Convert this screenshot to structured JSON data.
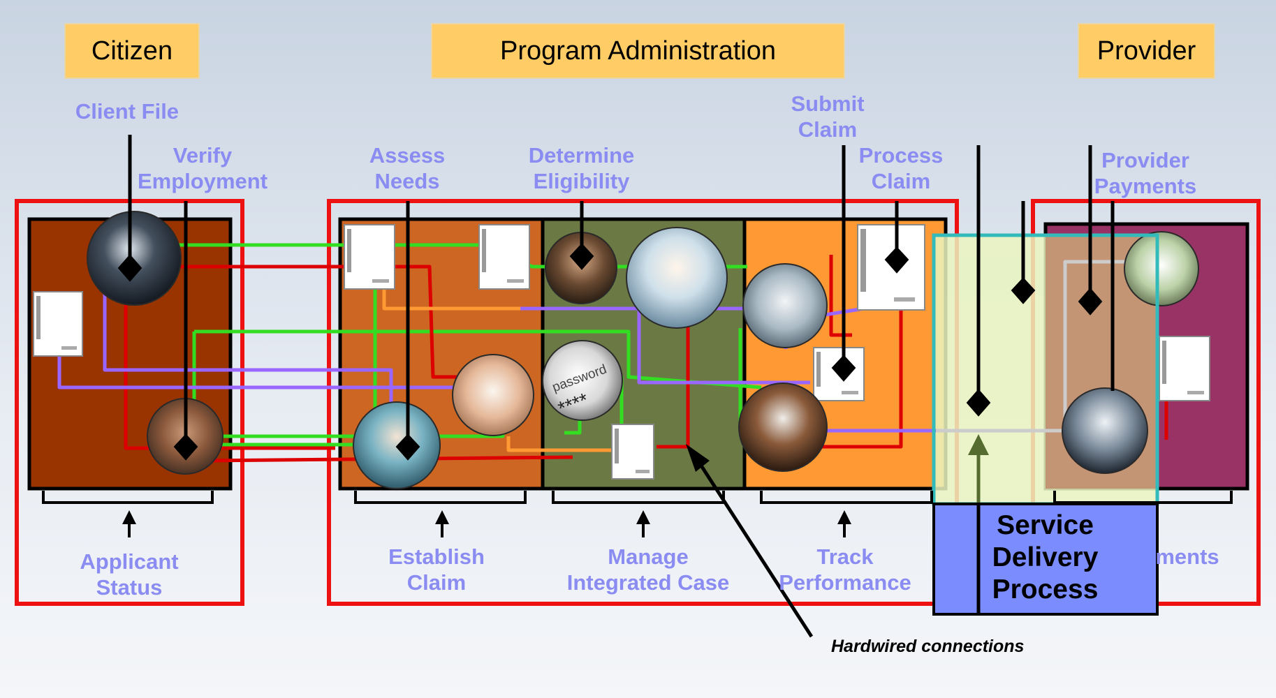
{
  "headers": {
    "citizen": "Citizen",
    "program_administration": "Program Administration",
    "provider": "Provider"
  },
  "labels": {
    "client_file": "Client File",
    "verify_employment": "Verify\nEmployment",
    "assess_needs": "Assess\nNeeds",
    "determine_eligibility": "Determine\nEligibility",
    "submit_claim": "Submit\nClaim",
    "process_claim": "Process\nClaim",
    "provider_payments": "Provider\nPayments",
    "applicant_status": "Applicant\nStatus",
    "establish_claim": "Establish\nClaim",
    "manage_integrated_case": "Manage\nIntegrated Case",
    "track_performance": "Track\nPerformance",
    "payments_partial": "ments"
  },
  "overlay": {
    "service_delivery_process": "Service\nDelivery\nProcess"
  },
  "annotation": {
    "hardwired_connections": "Hardwired connections"
  },
  "photo_thumbnails": {
    "password_screen_text": "password",
    "password_mask": "****"
  },
  "colors": {
    "label_text": "#8a8cf2",
    "header_fill": "#ffcc66",
    "boundary_red": "#ee1111",
    "citizen_panel": "#993300",
    "establish_panel": "#cc6622",
    "manage_panel": "#6b7a44",
    "track_panel": "#ff9933",
    "provider_panel": "#993366",
    "connection_green": "#33dd22",
    "connection_red": "#dd0000",
    "connection_orange": "#ff9933",
    "connection_purple": "#9966ff",
    "connection_gray": "#cccccc",
    "sdp_box": "#7b8cff",
    "sdp_zone": "#e8f4b8",
    "sdp_outline": "#33bbbb"
  }
}
